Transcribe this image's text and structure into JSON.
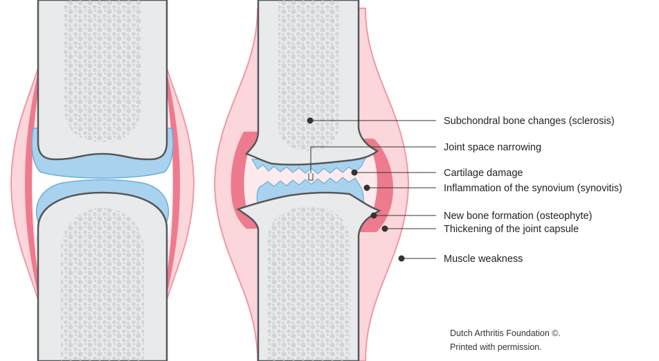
{
  "labels": [
    {
      "id": "subchondral",
      "text": "Subchondral bone changes (sclerosis)"
    },
    {
      "id": "joint-space",
      "text": "Joint space narrowing"
    },
    {
      "id": "cartilage",
      "text": "Cartilage damage"
    },
    {
      "id": "synovitis",
      "text": "Inflammation of the synovium (synovitis)"
    },
    {
      "id": "osteophyte",
      "text": "New bone formation (osteophyte)"
    },
    {
      "id": "capsule",
      "text": "Thickening of the joint capsule"
    },
    {
      "id": "muscle",
      "text": "Muscle weakness"
    }
  ],
  "credit": {
    "line1": "Dutch Arthritis Foundation ©.",
    "line2": "Printed with permission."
  },
  "colors": {
    "bone": "#e9eaeb",
    "bone_cells": "#d3d4d6",
    "bone_outline": "#55575a",
    "cartilage": "#a9d2ee",
    "cartilage_outline": "#6aaedb",
    "synovium": "#ee7b8d",
    "capsule": "#fbd6da",
    "capsule_outline": "#ef98a6",
    "pointer": "#333333"
  }
}
